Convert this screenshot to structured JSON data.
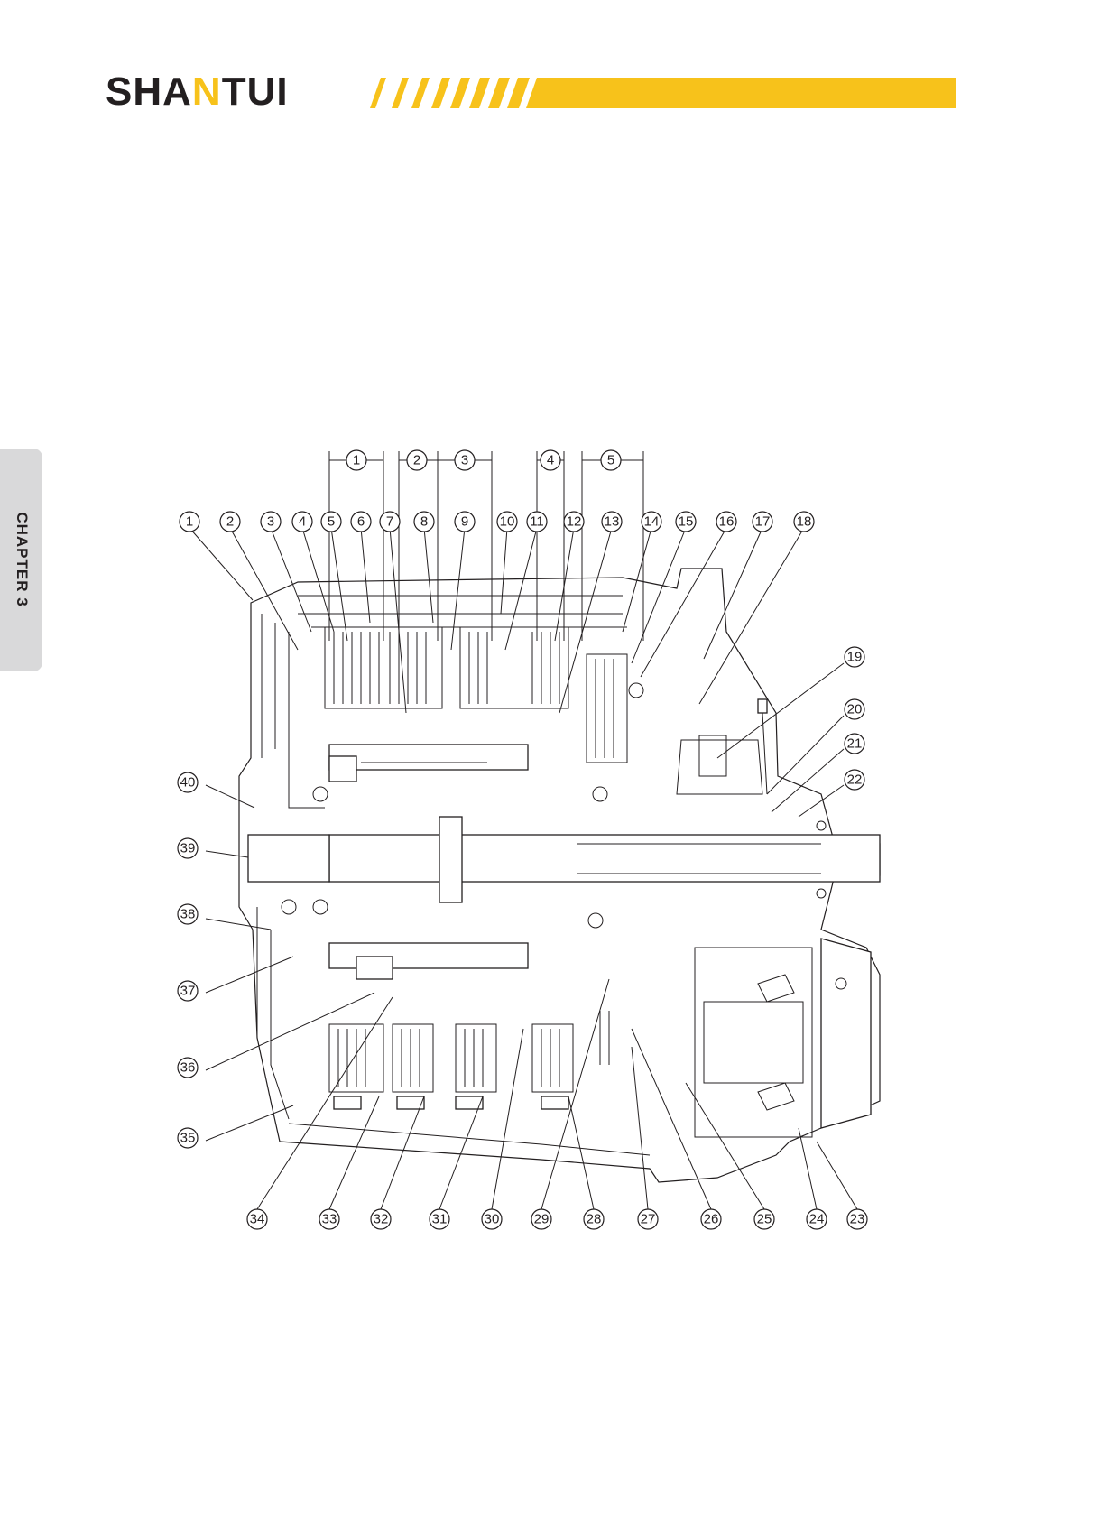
{
  "header": {
    "brand_prefix": "SHA",
    "brand_accent_letter": "N",
    "brand_suffix": "TUI",
    "accent_color": "#f7c21b",
    "text_color": "#231f20"
  },
  "side_tab": {
    "label": "CHAPTER 3",
    "background": "#d9d9da"
  },
  "diagram": {
    "group_labels": [
      "1",
      "2",
      "3",
      "4",
      "5"
    ],
    "top_callouts": [
      "1",
      "2",
      "3",
      "4",
      "5",
      "6",
      "7",
      "8",
      "9",
      "10",
      "11",
      "12",
      "13",
      "14",
      "15",
      "16",
      "17",
      "18"
    ],
    "right_callouts": [
      "19",
      "20",
      "21",
      "22"
    ],
    "left_callouts": [
      "40",
      "39",
      "38",
      "37",
      "36",
      "35"
    ],
    "bottom_callouts": [
      "34",
      "33",
      "32",
      "31",
      "30",
      "29",
      "28",
      "27",
      "26",
      "25",
      "24",
      "23"
    ]
  }
}
